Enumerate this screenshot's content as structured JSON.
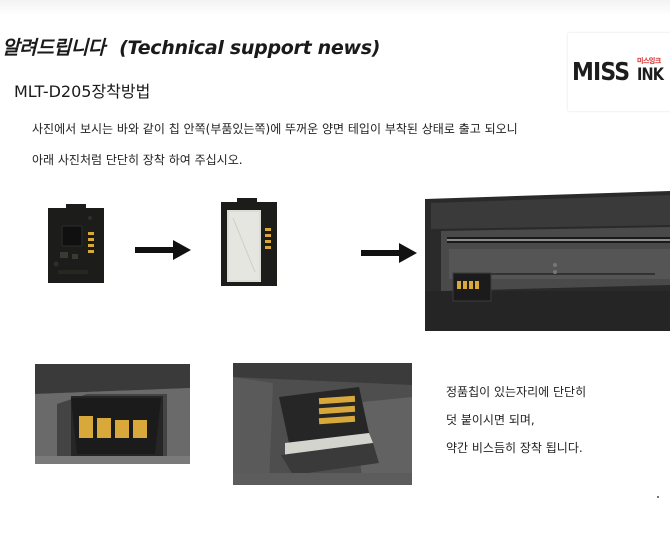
{
  "header": {
    "title_ko": "알려드립니다",
    "title_en": "(Technical support news)"
  },
  "logo": {
    "main": "MISS",
    "small_ko": "미스잉크",
    "ink": "INK"
  },
  "subtitle": "MLT-D205장착방법",
  "description": {
    "line1": "사진에서 보시는 바와 같이 칩 안쪽(부품있는쪽)에 뚜꺼운 양면 테입이 부착된 상태로 출고 되오니",
    "line2": "아래 사진처럼 단단히 장착 하여 주십시오."
  },
  "notes": {
    "line1": "정품칩이 있는자리에 단단히",
    "line2": "덧 붙이시면 되며,",
    "line3": "약간 비스듬히 장착 됩니다."
  },
  "colors": {
    "chip_board": "#1c1d1a",
    "gold": "#d8a83a",
    "tape": "#dcdcd7",
    "cartridge": "#2a2a2a",
    "logo_red": "#d62020"
  }
}
